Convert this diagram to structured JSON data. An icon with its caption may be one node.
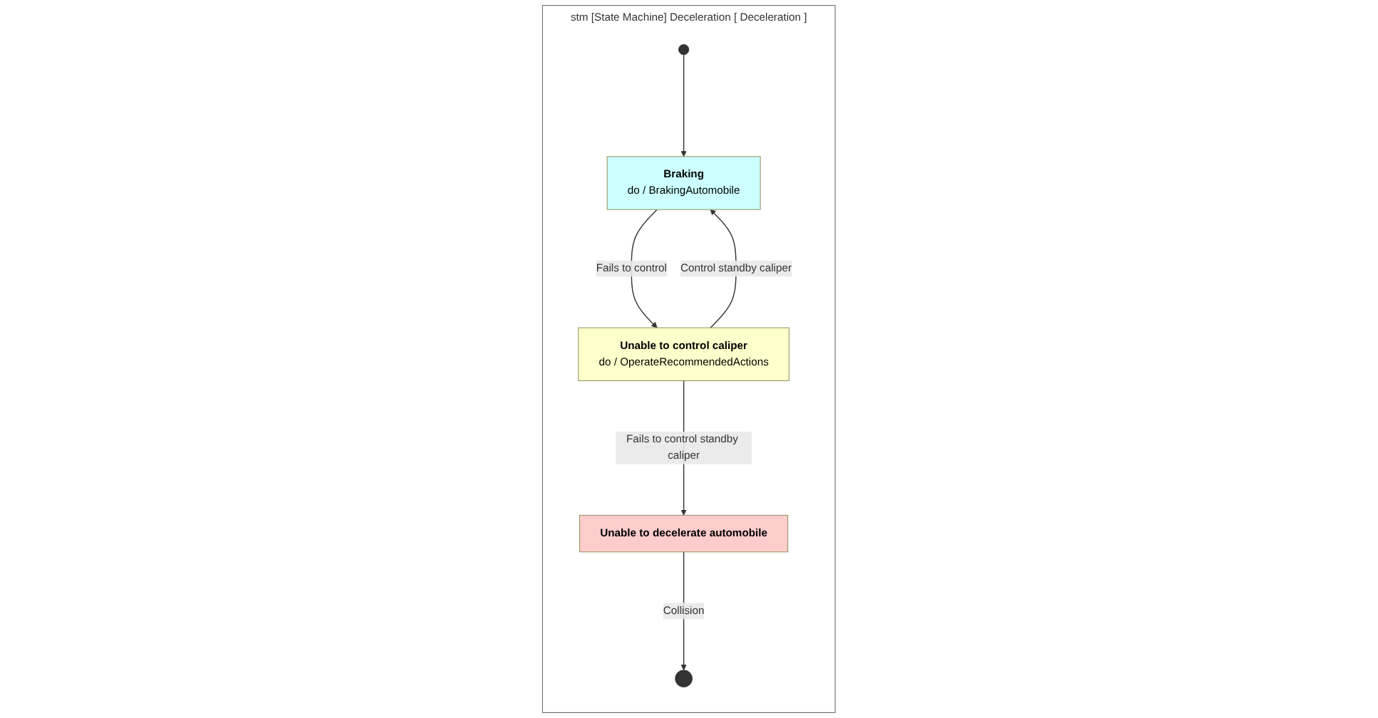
{
  "diagram": {
    "nodes": [
      {
        "text": [
          "stm [State Machine] Deceleration [ Deceleration ]"
        ]
      },
      {
        "text": [],
        "shape": "circle",
        "in": 0
      },
      {
        "text": [
          "Braking",
          "do / BrakingAutomobile"
        ],
        "in": 0
      },
      {
        "text": [
          "Unable to control caliper",
          "do / OperateRecommendedActions"
        ],
        "in": 0
      },
      {
        "text": [
          "Unable to decelerate automobile"
        ],
        "in": 0
      },
      {
        "text": [],
        "shape": "bullseye",
        "in": 0
      }
    ],
    "edges": [
      {
        "from": 1,
        "to": 2,
        "arrow": "to"
      },
      {
        "from": 2,
        "to": 3,
        "arrow": "to",
        "label": "Fails to control"
      },
      {
        "from": 3,
        "to": 2,
        "arrow": "to",
        "label": "Control standby caliper"
      },
      {
        "from": 3,
        "to": 4,
        "arrow": "to",
        "label": "Fails to control standby caliper"
      },
      {
        "from": 4,
        "to": 5,
        "arrow": "to",
        "label": "Collision"
      }
    ]
  }
}
